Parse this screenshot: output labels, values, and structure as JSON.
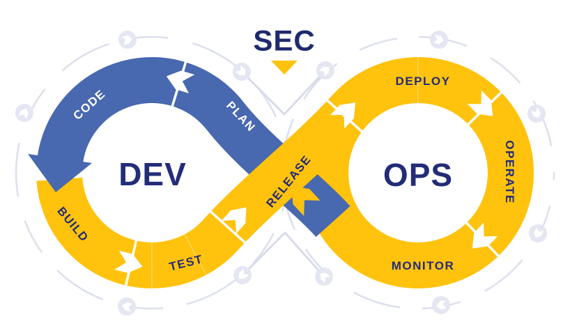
{
  "title": "SEC",
  "left_loop": {
    "label": "DEV",
    "segments": {
      "code": "CODE",
      "plan": "PLAN",
      "build": "BUILD",
      "test": "TEST"
    }
  },
  "right_loop": {
    "label": "OPS",
    "segments": {
      "deploy": "DEPLOY",
      "operate": "OPERATE",
      "monitor": "MONITOR"
    }
  },
  "bridge": {
    "release": "RELEASE"
  },
  "colors": {
    "blue": "#4868AF",
    "yellow": "#FFC20D",
    "navy": "#232C77",
    "white": "#FFFFFF",
    "decor_line": "#DDE0ED",
    "badge_fill": "#E4E6F1"
  }
}
